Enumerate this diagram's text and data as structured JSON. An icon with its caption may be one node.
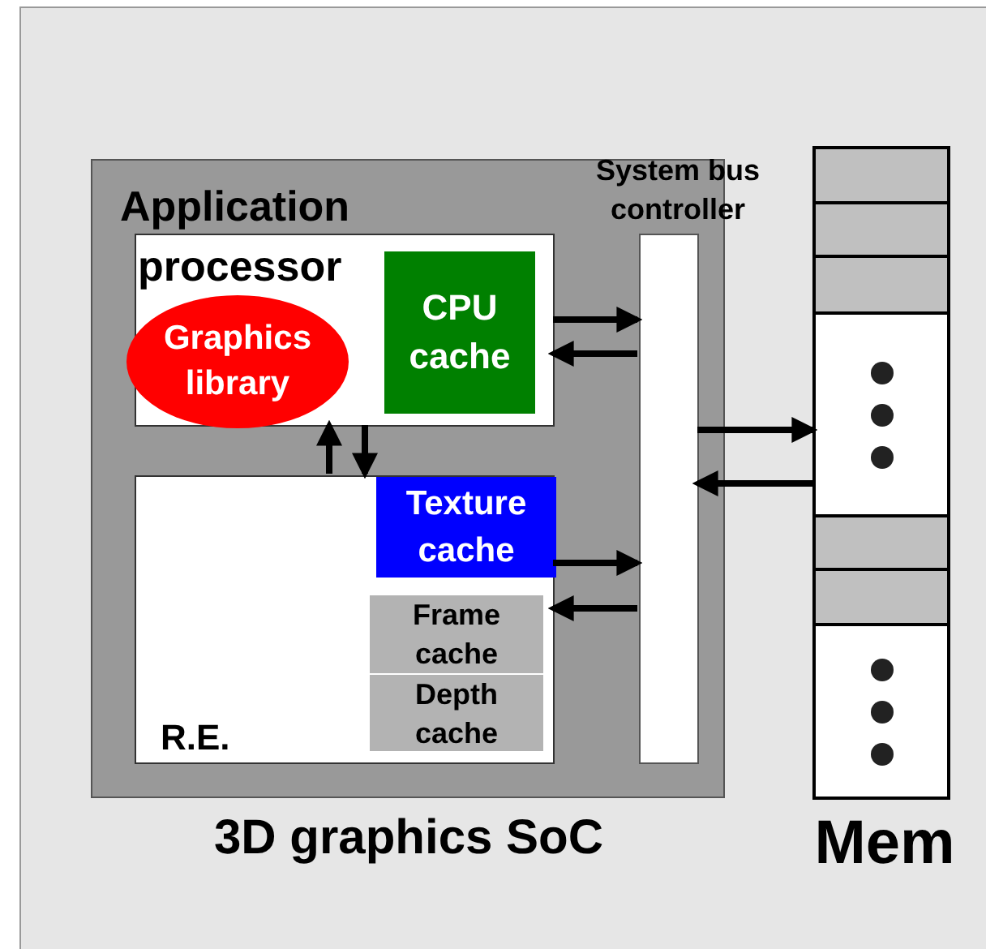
{
  "diagram": {
    "nodes": [
      {
        "text": [
          "3D graphics SoC"
        ]
      },
      {
        "text": [
          "Application processor"
        ],
        "in": 0
      },
      {
        "text": [
          "Graphics library"
        ],
        "in": 1
      },
      {
        "text": [
          "CPU cache"
        ],
        "in": 1
      },
      {
        "text": [
          "R.E."
        ],
        "in": 0
      },
      {
        "text": [
          "Texture cache"
        ],
        "in": 4
      },
      {
        "text": [
          "Frame cache"
        ],
        "in": 4
      },
      {
        "text": [
          "Depth cache"
        ],
        "in": 4
      },
      {
        "text": [
          "System bus controller"
        ],
        "in": 0
      },
      {
        "text": [
          "Mem"
        ]
      }
    ],
    "edges": [
      {
        "from": 1,
        "to": 8,
        "arrow": "to"
      },
      {
        "from": 8,
        "to": 1,
        "arrow": "to"
      },
      {
        "from": 4,
        "to": 1,
        "arrow": "to"
      },
      {
        "from": 1,
        "to": 4,
        "arrow": "to"
      },
      {
        "from": 4,
        "to": 8,
        "arrow": "to"
      },
      {
        "from": 8,
        "to": 4,
        "arrow": "to"
      },
      {
        "from": 8,
        "to": 9,
        "arrow": "to"
      },
      {
        "from": 9,
        "to": 8,
        "arrow": "to"
      }
    ]
  }
}
